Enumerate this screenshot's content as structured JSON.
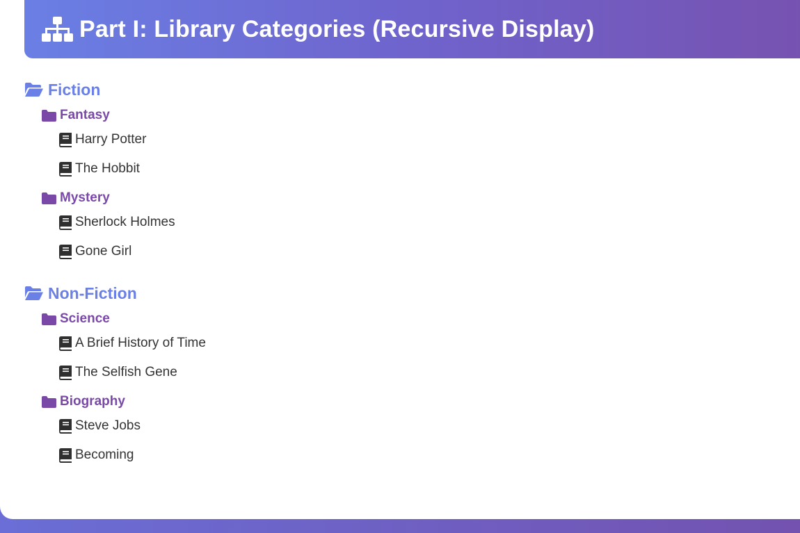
{
  "header": {
    "title": "Part I: Library Categories (Recursive Display)",
    "icon": "sitemap-icon"
  },
  "colors": {
    "header_gradient_start": "#6a7fe4",
    "header_gradient_end": "#7752b0",
    "category": "#6a80e6",
    "subcategory": "#7a49a8",
    "book_text": "#333333",
    "book_icon": "#2f2f2f"
  },
  "categories": [
    {
      "label": "Fiction",
      "icon": "folder-open-icon",
      "subcategories": [
        {
          "label": "Fantasy",
          "icon": "folder-icon",
          "books": [
            "Harry Potter",
            "The Hobbit"
          ]
        },
        {
          "label": "Mystery",
          "icon": "folder-icon",
          "books": [
            "Sherlock Holmes",
            "Gone Girl"
          ]
        }
      ]
    },
    {
      "label": "Non-Fiction",
      "icon": "folder-open-icon",
      "subcategories": [
        {
          "label": "Science",
          "icon": "folder-icon",
          "books": [
            "A Brief History of Time",
            "The Selfish Gene"
          ]
        },
        {
          "label": "Biography",
          "icon": "folder-icon",
          "books": [
            "Steve Jobs",
            "Becoming"
          ]
        }
      ]
    }
  ]
}
